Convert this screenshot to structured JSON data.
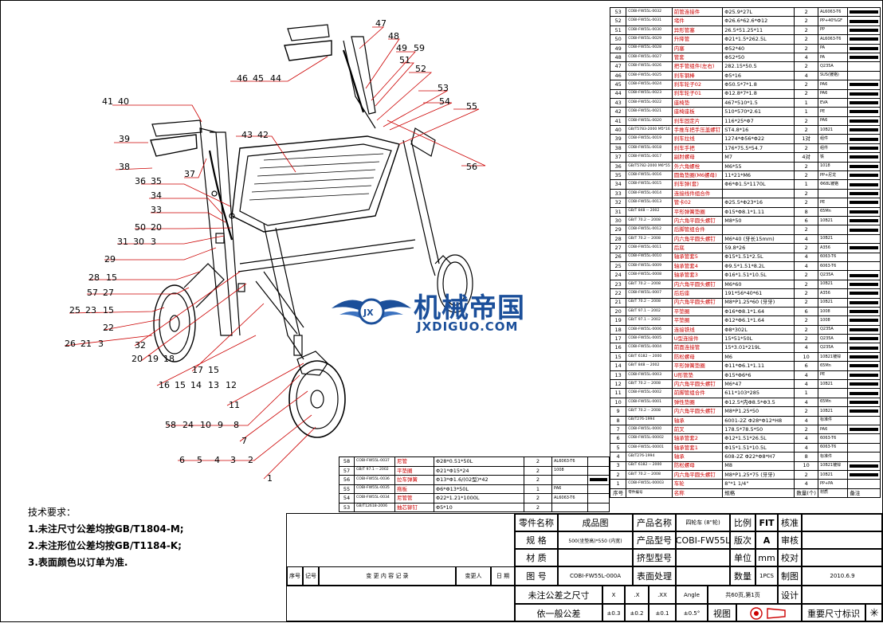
{
  "callouts": {
    "c47": "47",
    "c48": "48",
    "c49": "49",
    "c59": "59",
    "c51": "51",
    "c52": "52",
    "c46": "46",
    "c45": "45",
    "c44": "44",
    "c53": "53",
    "c54": "54",
    "c55": "55",
    "c41": "41",
    "c40": "40",
    "c39": "39",
    "c43": "43",
    "c42": "42",
    "c38": "38",
    "c37": "37",
    "c56": "56",
    "c36": "36",
    "c35": "35",
    "c34": "34",
    "c33": "33",
    "c50": "50",
    "c20": "20",
    "c31": "31",
    "c30": "30",
    "c3a": "3",
    "c29": "29",
    "c28": "28",
    "c15a": "15",
    "c57": "57",
    "c27": "27",
    "c25": "25",
    "c23": "23",
    "c15b": "15",
    "c22": "22",
    "c26": "26",
    "c21": "21",
    "c3b": "3",
    "c32": "32",
    "c20b": "20",
    "c19": "19",
    "c18": "18",
    "c17": "17",
    "c15c": "15",
    "c16": "16",
    "c15d": "15",
    "c14": "14",
    "c13": "13",
    "c12": "12",
    "c11": "11",
    "c58": "58",
    "c24": "24",
    "c10": "10",
    "c9": "9",
    "c8": "8",
    "c7": "7",
    "c6": "6",
    "c5": "5",
    "c4": "4",
    "c3c": "3",
    "c2": "2",
    "c1": "1"
  },
  "watermark": {
    "cn": "机械帝国",
    "en": "JXDIGUO.COM",
    "color": "#1b4f9a"
  },
  "notes": {
    "title": "技术要求：",
    "items": [
      "1.未注尺寸公差均按GB/T1804-M;",
      "2.未注形位公差均按GB/T1184-K;",
      "3.表面颜色以订单为准."
    ]
  },
  "bom_upper": [
    {
      "no": "53",
      "code": "COBI-FW55L-0032",
      "name": "前管连接件",
      "spec": "Φ25.9*27L",
      "qty": "2",
      "mat": "AL6063-T6",
      "bar": true
    },
    {
      "no": "52",
      "code": "COBI-FW55L-0031",
      "name": "堵件",
      "spec": "Φ26.6*62.6*Φ12",
      "qty": "2",
      "mat": "PP+40%GF",
      "bar": true
    },
    {
      "no": "51",
      "code": "COBI-FW55L-0030",
      "name": "异形管塞",
      "spec": "26.5*51.25*11",
      "qty": "2",
      "mat": "PP",
      "bar": true
    },
    {
      "no": "50",
      "code": "COBI-FW55L-0029",
      "name": "升降管",
      "spec": "Φ21*1.5*262.5L",
      "qty": "2",
      "mat": "AL6063-T6",
      "bar": true
    },
    {
      "no": "49",
      "code": "COBI-FW55L-0028",
      "name": "内塞",
      "spec": "Φ52*40",
      "qty": "2",
      "mat": "PA",
      "bar": true
    },
    {
      "no": "48",
      "code": "COBI-FW55L-0027",
      "name": "管套",
      "spec": "Φ52*50",
      "qty": "4",
      "mat": "PA",
      "bar": true
    },
    {
      "no": "47",
      "code": "COBI-FW55L-0026",
      "name": "把手管组件(左右)",
      "spec": "282.15*50.5",
      "qty": "2",
      "mat": "Q235A",
      "bar": false
    },
    {
      "no": "46",
      "code": "COBI-FW55L-0025",
      "name": "刹车钢棒",
      "spec": "Φ5*16",
      "qty": "4",
      "mat": "SUS(镀铬)",
      "bar": false
    },
    {
      "no": "45",
      "code": "COBI-FW55L-0024",
      "name": "刹车轮子02",
      "spec": "Φ50.5*7*1.8",
      "qty": "2",
      "mat": "PA6",
      "bar": true
    },
    {
      "no": "44",
      "code": "COBI-FW55L-0023",
      "name": "刹车轮子01",
      "spec": "Φ12.8*7*1.8",
      "qty": "2",
      "mat": "PA6",
      "bar": true
    },
    {
      "no": "43",
      "code": "COBI-FW55L-0022",
      "name": "座椅垫",
      "spec": "467*510*1.5",
      "qty": "1",
      "mat": "EVA",
      "bar": true
    },
    {
      "no": "42",
      "code": "COBI-FW55L-0021",
      "name": "座椅座板",
      "spec": "510*570*2.61",
      "qty": "1",
      "mat": "PE",
      "bar": true
    },
    {
      "no": "41",
      "code": "COBI-FW55L-0020",
      "name": "刹车固定片",
      "spec": "116*25*Φ7",
      "qty": "2",
      "mat": "PA6",
      "bar": true
    },
    {
      "no": "40",
      "code": "GB/T5783-2000 M5*16",
      "name": "手推车把手压盖螺钉",
      "spec": "ST4.8*16",
      "qty": "2",
      "mat": "10B21",
      "bar": true
    },
    {
      "no": "39",
      "code": "COBI-FW55L-0019",
      "name": "刹车拉线",
      "spec": "1274*Φ56*Φ22",
      "qty": "1对",
      "mat": "组件",
      "bar": true
    },
    {
      "no": "38",
      "code": "COBI-FW55L-0018",
      "name": "刹车手把",
      "spec": "176*75.5*54.7",
      "qty": "2",
      "mat": "组件",
      "bar": true
    },
    {
      "no": "37",
      "code": "COBI-FW55L-0017",
      "name": "副肘螺母",
      "spec": "M7",
      "qty": "4对",
      "mat": "铁",
      "bar": true
    },
    {
      "no": "36",
      "code": "GB/T5782-2000 M6*55",
      "name": "外六角螺栓",
      "spec": "M6*55",
      "qty": "2",
      "mat": "1018",
      "bar": true
    },
    {
      "no": "35",
      "code": "COBI-FW55L-0016",
      "name": "圆角垫圈(M6螺母)",
      "spec": "11*21*M6",
      "qty": "2",
      "mat": "PP+尼龙",
      "bar": true
    },
    {
      "no": "34",
      "code": "COBI-FW55L-0015",
      "name": "刹车弹(套)",
      "spec": "Φ6*Φ1.5*1170L",
      "qty": "1",
      "mat": "Φ68L镀铬",
      "bar": true
    },
    {
      "no": "33",
      "code": "COBI-FW55L-0014",
      "name": "连接线件组合件",
      "spec": "",
      "qty": "2",
      "mat": "",
      "bar": true
    },
    {
      "no": "32",
      "code": "COBI-FW55L-0013",
      "name": "管卡02",
      "spec": "Φ25.5*Φ23*16",
      "qty": "2",
      "mat": "PE",
      "bar": true
    },
    {
      "no": "31",
      "code": "GB/T 848 -- 2002",
      "name": "平形弹簧垫圈",
      "spec": "Φ15*Φ8.1*1.11",
      "qty": "8",
      "mat": "65Mn",
      "bar": true
    },
    {
      "no": "30",
      "code": "GB/T 70.2 -- 2008",
      "name": "内六角平圆头螺钉",
      "spec": "M8*50",
      "qty": "6",
      "mat": "10B21",
      "bar": true
    },
    {
      "no": "29",
      "code": "COBI-FW55L-0012",
      "name": "后脚管组合件",
      "spec": "",
      "qty": "2",
      "mat": "",
      "bar": true
    },
    {
      "no": "28",
      "code": "GB/T 70.2 -- 2008",
      "name": "内六角平圆头螺钉",
      "spec": "M6*40 (牙长15mm)",
      "qty": "4",
      "mat": "10B21",
      "bar": false
    },
    {
      "no": "27",
      "code": "COBI-FW55L-0011",
      "name": "后底",
      "spec": "59.8*26",
      "qty": "2",
      "mat": "A356",
      "bar": true
    },
    {
      "no": "26",
      "code": "COBI-FW55L-0010",
      "name": "轴承管套5",
      "spec": "Φ15*1.51*2.5L",
      "qty": "4",
      "mat": "6063-T6",
      "bar": false
    },
    {
      "no": "25",
      "code": "COBI-FW55L-0009",
      "name": "轴承管套4",
      "spec": "Φ9.5*1.51*8.2L",
      "qty": "4",
      "mat": "6063-T6",
      "bar": false
    },
    {
      "no": "24",
      "code": "COBI-FW55L-0008",
      "name": "轴承管套3",
      "spec": "Φ16*1.51*10.5L",
      "qty": "2",
      "mat": "Q235A",
      "bar": true
    },
    {
      "no": "23",
      "code": "GB/T 70.2 -- 2008",
      "name": "内六角平圆头螺钉",
      "spec": "M6*60",
      "qty": "2",
      "mat": "10B21",
      "bar": true
    },
    {
      "no": "22",
      "code": "COBI-FW55L-0007",
      "name": "后后座",
      "spec": "191*56*40*61",
      "qty": "2",
      "mat": "A356",
      "bar": true
    },
    {
      "no": "21",
      "code": "GB/T 70.2 -- 2008",
      "name": "内六角平圆头螺钉",
      "spec": "M8*P1.25*60 (牙牙)",
      "qty": "2",
      "mat": "10B21",
      "bar": true
    },
    {
      "no": "20",
      "code": "GB/T 97.1 -- 2002",
      "name": "平垫圈",
      "spec": "Φ16*Φ8.1*1.64",
      "qty": "6",
      "mat": "1008",
      "bar": true
    },
    {
      "no": "19",
      "code": "GB/T 97.1 -- 2002",
      "name": "平垫圈",
      "spec": "Φ12*Φ6.1*1.64",
      "qty": "2",
      "mat": "1008",
      "bar": true
    },
    {
      "no": "18",
      "code": "COBI-FW55L-0006",
      "name": "连接铁线",
      "spec": "Φ8*302L",
      "qty": "2",
      "mat": "Q235A",
      "bar": true
    },
    {
      "no": "17",
      "code": "COBI-FW55L-0005",
      "name": "U型连接件",
      "spec": "15*51*50L",
      "qty": "2",
      "mat": "Q235A",
      "bar": true
    },
    {
      "no": "16",
      "code": "COBI-FW55L-0004",
      "name": "前面连接管",
      "spec": "15*3.01*219L",
      "qty": "4",
      "mat": "Q235A",
      "bar": true
    },
    {
      "no": "15",
      "code": "GB/T 6182 -- 2000",
      "name": "防松螺母",
      "spec": "M6",
      "qty": "10",
      "mat": "10B21镀锌",
      "bar": true
    },
    {
      "no": "14",
      "code": "GB/T 848 -- 2002",
      "name": "平形弹簧垫圈",
      "spec": "Φ11*Φ6.1*1.11",
      "qty": "6",
      "mat": "65Mn",
      "bar": true
    },
    {
      "no": "13",
      "code": "COBI-FW55L-0003",
      "name": "U形管垫",
      "spec": "Φ15*Φ6*6",
      "qty": "4",
      "mat": "PE",
      "bar": true
    },
    {
      "no": "12",
      "code": "GB/T 70.2 -- 2008",
      "name": "内六角平圆头螺钉",
      "spec": "M6*47",
      "qty": "4",
      "mat": "10B21",
      "bar": true
    },
    {
      "no": "11",
      "code": "COBI-FW55L-0002",
      "name": "前脚管组合件",
      "spec": "611*103*285",
      "qty": "1",
      "mat": "",
      "bar": true
    },
    {
      "no": "10",
      "code": "COBI-FW55L-0001",
      "name": "弹性垫圈",
      "spec": "Φ12.5*内Φ8.5*Φ3.5",
      "qty": "4",
      "mat": "65Mn",
      "bar": true
    },
    {
      "no": "9",
      "code": "GB/T 70.2 -- 2008",
      "name": "内六角平圆头螺钉",
      "spec": "M8*P1.25*50",
      "qty": "2",
      "mat": "10B21",
      "bar": true
    },
    {
      "no": "8",
      "code": "GB/T276-1994",
      "name": "轴承",
      "spec": "6001-2Z Φ28*Φ12*H8",
      "qty": "4",
      "mat": "标准件",
      "bar": false
    },
    {
      "no": "7",
      "code": "COBI-FW55L-0000",
      "name": "前叉",
      "spec": "178.5*78.5*50",
      "qty": "2",
      "mat": "PA6",
      "bar": true
    },
    {
      "no": "6",
      "code": "COBI-FW55L-00002",
      "name": "轴承管套2",
      "spec": "Φ12*1.51*26.5L",
      "qty": "4",
      "mat": "6063-T6",
      "bar": false
    },
    {
      "no": "5",
      "code": "COBI-FW55L-00001",
      "name": "轴承管套1",
      "spec": "Φ15*1.51*10.5L",
      "qty": "4",
      "mat": "6063-T6",
      "bar": false
    },
    {
      "no": "4",
      "code": "GB/T276-1994",
      "name": "轴承",
      "spec": "608-2Z Φ22*Φ8*H7",
      "qty": "8",
      "mat": "标准件",
      "bar": false
    },
    {
      "no": "3",
      "code": "GB/T 6182 -- 2000",
      "name": "防松螺母",
      "spec": "M8",
      "qty": "10",
      "mat": "10B21镀锌",
      "bar": true
    },
    {
      "no": "2",
      "code": "GB/T 70.2 -- 2008",
      "name": "内六角平圆头螺钉",
      "spec": "M8*P1.25*75 (牙牙)",
      "qty": "2",
      "mat": "10B21",
      "bar": true
    },
    {
      "no": "1",
      "code": "COBI-FW55L-00003",
      "name": "车轮",
      "spec": "8\"*1 1/4\"",
      "qty": "4",
      "mat": "PP+PA",
      "bar": false
    }
  ],
  "bom_upper_header": {
    "no": "序号",
    "code": "零件编号",
    "name": "名称",
    "spec": "规格",
    "qty": "数量(个)",
    "mat": "材质",
    "note": "备注"
  },
  "bom_lower": [
    {
      "no": "58",
      "code": "COBI-FW55L-0037",
      "name": "尼管",
      "spec": "Φ28*0.51*50L",
      "qty": "2",
      "mat": "AL6063-T6",
      "bar": false
    },
    {
      "no": "57",
      "code": "GB/T 97.1 -- 2002",
      "name": "平垫圈",
      "spec": "Φ21*Φ15*24",
      "qty": "2",
      "mat": "1008",
      "bar": false
    },
    {
      "no": "56",
      "code": "COBI-FW55L-0036",
      "name": "拉车弹簧",
      "spec": "Φ13*Φ1.6/(02型)*42",
      "qty": "2",
      "mat": "",
      "bar": true
    },
    {
      "no": "55",
      "code": "COBI-FW55L-0035",
      "name": "拖板",
      "spec": "Φ6*Φ13*50L",
      "qty": "1",
      "mat": "PA6",
      "bar": false
    },
    {
      "no": "54",
      "code": "COBI-FW55L-0034",
      "name": "尼管管",
      "spec": "Φ22*1.21*1000L",
      "qty": "2",
      "mat": "AL6063-T6",
      "bar": false
    },
    {
      "no": "53",
      "code": "GB/T12618-2006",
      "name": "抽芯铆钉",
      "spec": "Φ5*10",
      "qty": "2",
      "mat": "",
      "bar": false
    }
  ],
  "titleblock": {
    "part_name_label": "零件名称",
    "part_name": "成品图",
    "product_name_label": "产品名称",
    "product_name": "四轮车 (8\"轮)",
    "scale_label": "比例",
    "scale": "FIT",
    "check_label": "核准",
    "spec_label": "规 格",
    "spec": "500(坐垫高)*550 (内宽)",
    "model_label": "产品型号",
    "model": "COBI-FW55L",
    "rev_label": "版次",
    "rev": "A",
    "review_label": "审核",
    "material_label": "材 质",
    "mold_label": "挤型型号",
    "unit_label": "单位",
    "unit": "mm",
    "proof_label": "校对",
    "drawing_no_label": "图 号",
    "drawing_no": "COBI-FW55L-000A",
    "surface_label": "表面处理",
    "qty_label": "数量",
    "qty": "1PCS",
    "draw_label": "制图",
    "date": "2010.6.9",
    "tol_label": "未注公差之尺寸",
    "tol_x": "X",
    "tol_xx": ".X",
    "tol_xxx": ".XX",
    "tol_angle": "Angle",
    "pages": "共60页,第1页",
    "design_label": "设计",
    "general_tol_label": "依一般公差",
    "tol_v1": "±0.3",
    "tol_v2": "±0.2",
    "tol_v3": "±0.1",
    "tol_v4": "±0.5°",
    "view_label": "视图",
    "important_label": "重要尺寸标识",
    "rev_headers": [
      "序号",
      "记号",
      "变 更 内 容 记 录",
      "变更人",
      "日 期"
    ]
  }
}
